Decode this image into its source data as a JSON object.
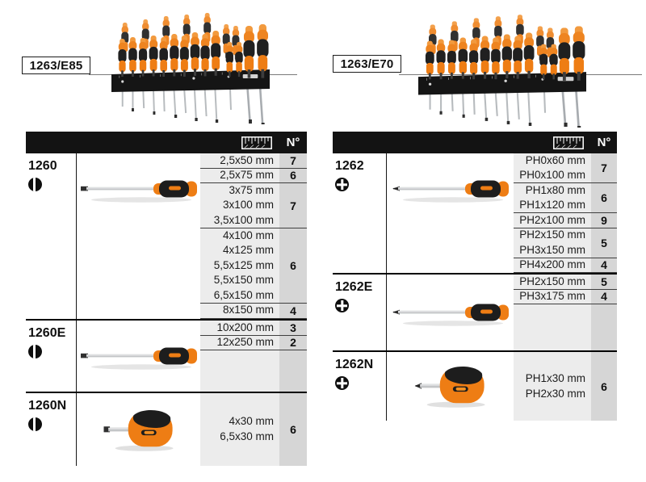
{
  "colors": {
    "accent_orange": "#ee7d14",
    "header_bar": "#131313",
    "sizes_column_bg": "#ececec",
    "qty_column_bg": "#d6d6d6"
  },
  "products": [
    {
      "set_code": "1263/E85",
      "rack_image": "wall-rack-with-slotted-screwdrivers",
      "ruler_icon": "ruler-icon",
      "qty_header": "N°",
      "sections": [
        {
          "code": "1260",
          "tip": "slotted",
          "image": "long-slotted-screwdriver",
          "groups": [
            {
              "sizes": [
                "2,5x50 mm"
              ],
              "qty": "7"
            },
            {
              "sizes": [
                "2,5x75 mm"
              ],
              "qty": "6"
            },
            {
              "sizes": [
                "3x75 mm",
                "3x100 mm",
                "3,5x100 mm"
              ],
              "qty": "7"
            },
            {
              "sizes": [
                "4x100 mm",
                "4x125 mm",
                "5,5x125 mm",
                "5,5x150 mm",
                "6,5x150 mm"
              ],
              "qty": "6"
            },
            {
              "sizes": [
                "8x150 mm"
              ],
              "qty": "4"
            }
          ]
        },
        {
          "code": "1260E",
          "tip": "slotted",
          "image": "long-slotted-screwdriver",
          "groups": [
            {
              "sizes": [
                "10x200 mm"
              ],
              "qty": "3"
            },
            {
              "sizes": [
                "12x250 mm"
              ],
              "qty": "2"
            }
          ]
        },
        {
          "code": "1260N",
          "tip": "slotted",
          "image": "stubby-slotted-screwdriver",
          "groups": [
            {
              "sizes": [
                "4x30 mm",
                "6,5x30 mm"
              ],
              "qty": "6"
            }
          ]
        }
      ]
    },
    {
      "set_code": "1263/E70",
      "rack_image": "wall-rack-with-phillips-screwdrivers",
      "ruler_icon": "ruler-icon",
      "qty_header": "N°",
      "sections": [
        {
          "code": "1262",
          "tip": "phillips",
          "image": "long-phillips-screwdriver",
          "groups": [
            {
              "sizes": [
                "PH0x60 mm",
                "PH0x100 mm"
              ],
              "qty": "7"
            },
            {
              "sizes": [
                "PH1x80 mm",
                "PH1x120 mm"
              ],
              "qty": "6"
            },
            {
              "sizes": [
                "PH2x100 mm"
              ],
              "qty": "9"
            },
            {
              "sizes": [
                "PH2x150 mm",
                "PH3x150 mm"
              ],
              "qty": "5"
            },
            {
              "sizes": [
                "PH4x200 mm"
              ],
              "qty": "4"
            }
          ]
        },
        {
          "code": "1262E",
          "tip": "phillips",
          "image": "long-phillips-screwdriver",
          "groups": [
            {
              "sizes": [
                "PH2x150 mm"
              ],
              "qty": "5"
            },
            {
              "sizes": [
                "PH3x175 mm"
              ],
              "qty": "4"
            }
          ]
        },
        {
          "code": "1262N",
          "tip": "phillips",
          "image": "stubby-phillips-screwdriver",
          "groups": [
            {
              "sizes": [
                "PH1x30 mm",
                "PH2x30 mm"
              ],
              "qty": "6"
            }
          ]
        }
      ]
    }
  ]
}
